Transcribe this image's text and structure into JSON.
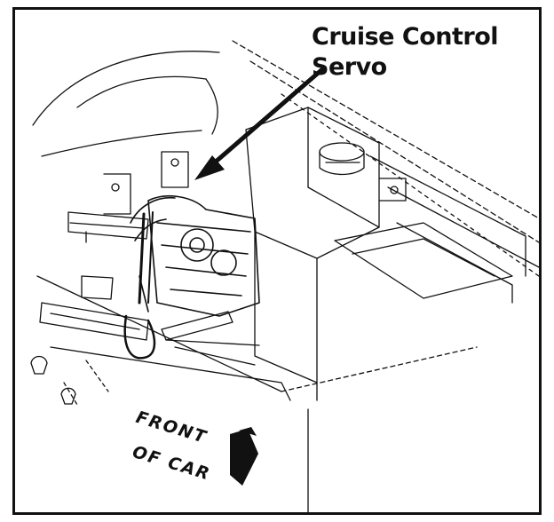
{
  "callout": {
    "line1": "Cruise Control",
    "line2": "Servo"
  },
  "orientation": {
    "line1": "FRONT",
    "line2": "OF CAR"
  },
  "colors": {
    "ink": "#111111",
    "paper": "#ffffff"
  }
}
